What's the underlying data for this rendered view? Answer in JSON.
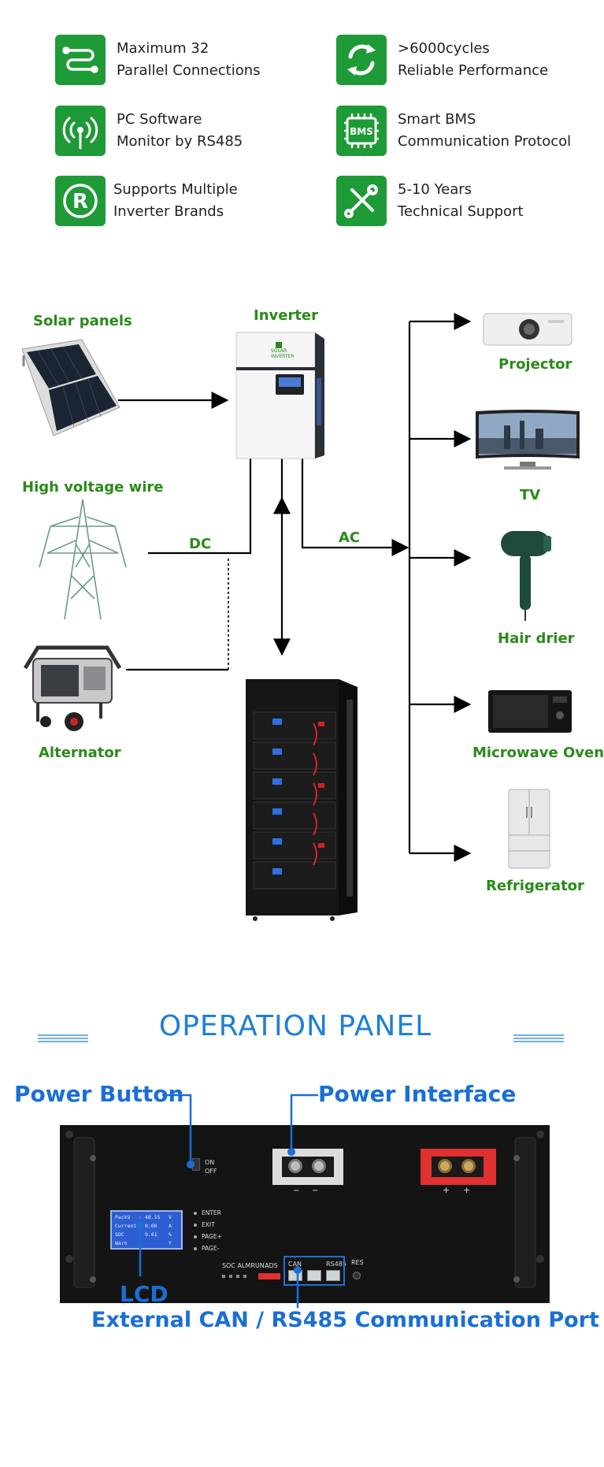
{
  "features": [
    {
      "line1": "Maximum 32",
      "line2": "Parallel Connections",
      "icon": "parallel-connection-icon"
    },
    {
      "line1": ">6000cycles",
      "line2": "Reliable Performance",
      "icon": "cycle-arrows-icon"
    },
    {
      "line1": "PC Software",
      "line2": "Monitor by RS485",
      "icon": "antenna-signal-icon"
    },
    {
      "line1": "Smart BMS",
      "line2": "Communication Protocol",
      "icon": "bms-chip-icon"
    },
    {
      "line1": "Supports Multiple",
      "line2": "Inverter Brands",
      "icon": "registered-icon"
    },
    {
      "line1": "5-10 Years",
      "line2": "Technical Support",
      "icon": "tools-icon"
    }
  ],
  "diagram": {
    "solar_label": "Solar panels",
    "inverter_label": "Inverter",
    "inverter_brand": "SOLAR INVERTER",
    "grid_label": "High voltage wire",
    "generator_label": "Alternator",
    "dc_label": "DC",
    "ac_label": "AC",
    "appliances": [
      "Projector",
      "TV",
      "Hair drier",
      "Microwave Oven",
      "Refrigerator"
    ]
  },
  "operation_panel": {
    "title": "OPERATION PANEL",
    "power_button_label": "Power Button",
    "power_interface_label": "Power Interface",
    "lcd_label": "LCD",
    "comm_port_label": "External CAN / RS485 Communication Port",
    "switch_on": "ON",
    "switch_off": "OFF",
    "buttons": [
      "ENTER",
      "EXIT",
      "PAGE+",
      "PAGE-"
    ],
    "leds_label": "SOC ALMRUN",
    "ads_label": "ADS",
    "can_label": "CAN",
    "rs485_label": "RS485",
    "res_label": "RES",
    "lcd_rows": [
      {
        "k": "PackV",
        "v": "48.15",
        "u": "V"
      },
      {
        "k": "Current",
        "v": "0.00",
        "u": "A"
      },
      {
        "k": "SOC",
        "v": "9.61",
        "u": "%"
      },
      {
        "k": "Warn",
        "v": "",
        "u": "Y"
      }
    ],
    "terminal_signs": [
      "−",
      "−",
      "+",
      "+"
    ],
    "accent_color": "#1a6fd6",
    "green_color": "#1e9a36"
  }
}
